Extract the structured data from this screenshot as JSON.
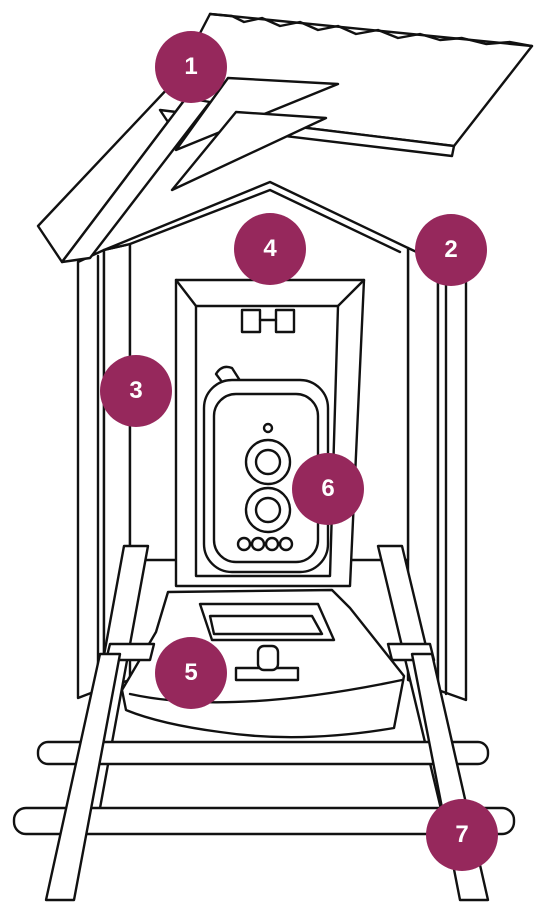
{
  "colors": {
    "marker_fill": "#96285c",
    "line": "#111111",
    "background": "#ffffff"
  },
  "callouts": [
    {
      "label": "1"
    },
    {
      "label": "2"
    },
    {
      "label": "3"
    },
    {
      "label": "4"
    },
    {
      "label": "5"
    },
    {
      "label": "6"
    },
    {
      "label": "7"
    }
  ]
}
